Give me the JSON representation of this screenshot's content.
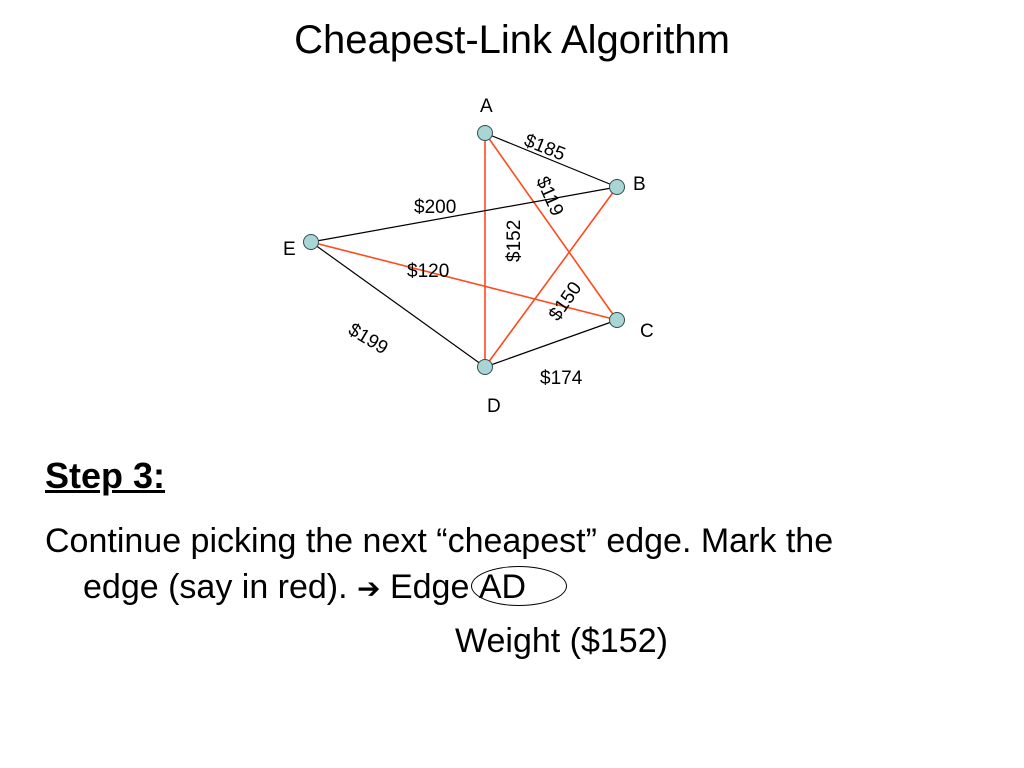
{
  "title": "Cheapest-Link Algorithm",
  "graph": {
    "nodes": {
      "A": "A",
      "B": "B",
      "C": "C",
      "D": "D",
      "E": "E"
    },
    "edges": {
      "AB": {
        "label": "$185",
        "marked": false
      },
      "AC": {
        "label": "$119",
        "marked": true
      },
      "AD": {
        "label": "$152",
        "marked": true
      },
      "EB": {
        "label": "$200",
        "marked": false
      },
      "EC": {
        "label": "$120",
        "marked": true
      },
      "ED": {
        "label": "$199",
        "marked": false
      },
      "DB": {
        "label": "$150",
        "marked": true
      },
      "DC": {
        "label": "$174",
        "marked": false
      }
    },
    "colors": {
      "marked": "#ff4a1c",
      "unmarked": "#000000",
      "node_fill": "#a9d5d5"
    }
  },
  "step": {
    "heading": "Step 3:",
    "text_line1": "Continue picking the next “cheapest” edge. Mark the",
    "text_line2": "edge (say in red).",
    "arrow": "➔",
    "edge_prefix": "Edge",
    "edge_name": "AD",
    "weight": "Weight ($152)"
  }
}
